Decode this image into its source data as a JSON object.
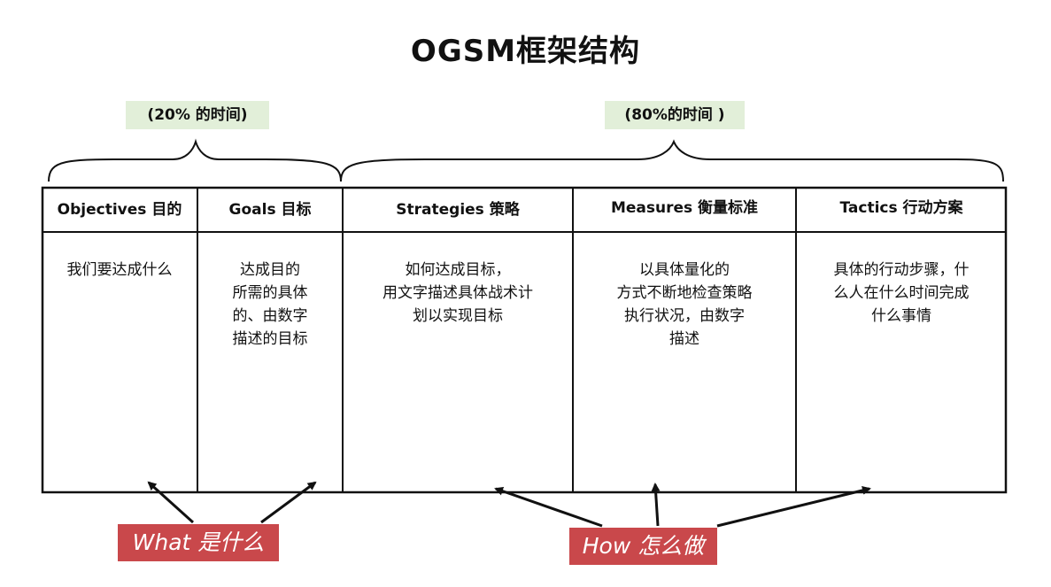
{
  "title": "OGSM框架结构",
  "time_labels": {
    "what_share": "(20% 的时间)",
    "how_share": "(80%的时间 )"
  },
  "columns": [
    {
      "header": "Objectives 目的",
      "description": "我们要达成什么"
    },
    {
      "header": "Goals 目标",
      "description": "达成目的\n所需的具体\n的、由数字\n描述的目标"
    },
    {
      "header": "Strategies 策略",
      "description": "如何达成目标，\n用文字描述具体战术计\n划以实现目标"
    },
    {
      "header": "Measures 衡量标准",
      "description": "以具体量化的\n方式不断地检查策略\n执行状况，由数字\n描述"
    },
    {
      "header": "Tactics  行动方案",
      "description": "具体的行动步骤，什\n么人在什么时间完成\n什么事情"
    }
  ],
  "tags": {
    "what": "What 是什么",
    "how": "How 怎么做"
  },
  "colors": {
    "time_label_bg": "#e2efd9",
    "tag_bg": "#c9484b",
    "line": "#111111"
  }
}
